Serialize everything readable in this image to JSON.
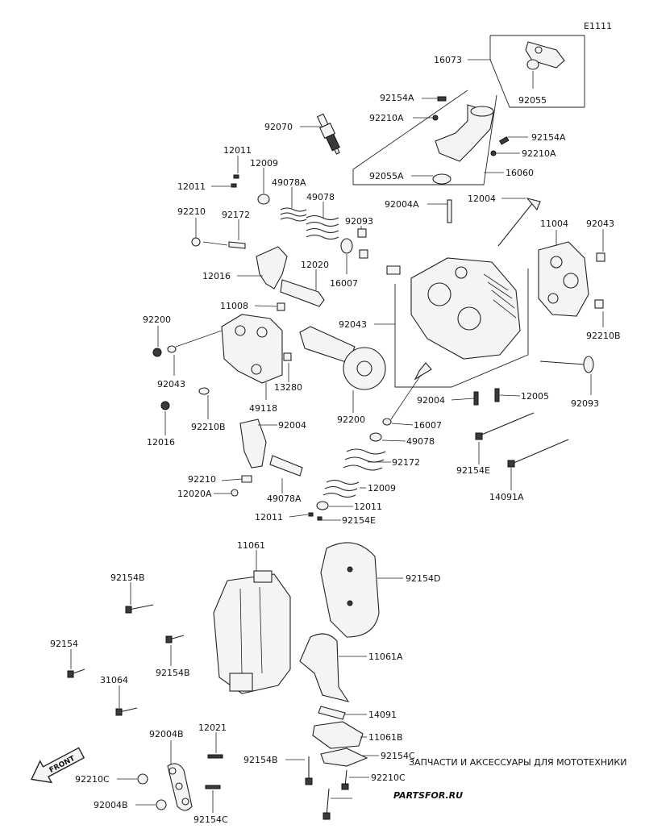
{
  "diagram_code": "E1111",
  "labels": [
    "16073",
    "92055",
    "92154A",
    "92210A",
    "92154A",
    "92210A",
    "92055A",
    "16060",
    "92070",
    "12011",
    "12011",
    "12009",
    "49078A",
    "49078",
    "92210",
    "92172",
    "92093",
    "12016",
    "12020",
    "16007",
    "92004A",
    "12004",
    "11004",
    "92043",
    "11008",
    "92043",
    "92210B",
    "92200",
    "92043",
    "13280",
    "49118",
    "92200",
    "92210B",
    "12016",
    "92004",
    "92004",
    "12005",
    "92093",
    "16007",
    "49078",
    "92172",
    "92210",
    "12020A",
    "49078A",
    "12009",
    "12011",
    "12011",
    "92154E",
    "92154E",
    "14091A",
    "11061",
    "92154D",
    "92154B",
    "92154",
    "92154B",
    "31064",
    "11061A",
    "14091",
    "11061B",
    "92004B",
    "12021",
    "92154C",
    "92154B",
    "92210C",
    "92210C",
    "92004B",
    "92154C"
  ],
  "front_label": "FRONT",
  "watermark": {
    "caption": "ЗАПЧАСТИ И АКСЕССУАРЫ ДЛЯ МОТОТЕХНИКИ",
    "brand": "PARTSFOR.RU"
  }
}
